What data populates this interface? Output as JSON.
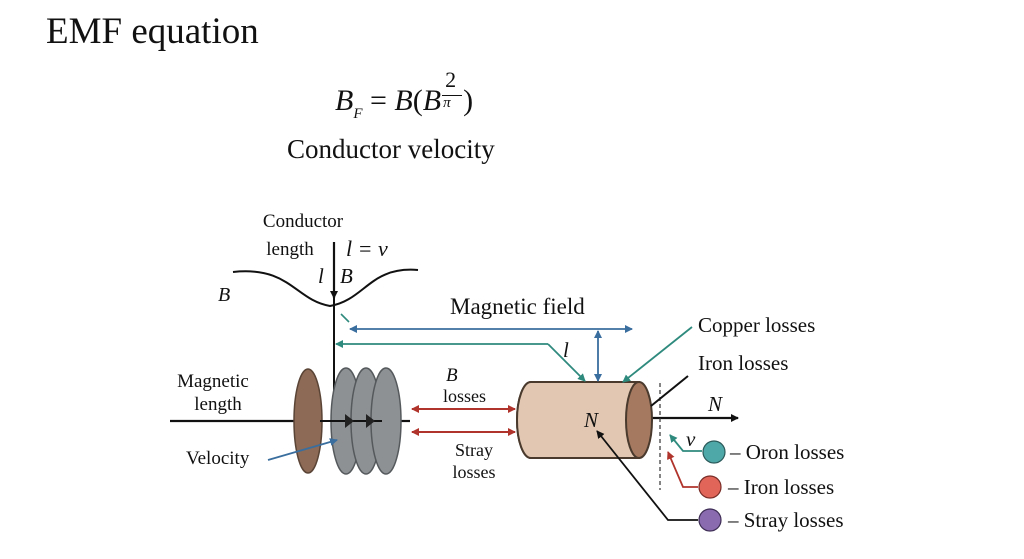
{
  "title": "EMF equation",
  "equation": {
    "lhs_symbol": "B",
    "lhs_subscript": "F",
    "equals": "=",
    "rhs_symbol": "B",
    "rhs_paren_open": "(",
    "rhs_inner_symbol": "B",
    "fraction_numerator": "2",
    "fraction_denominator": "π",
    "rhs_paren_close": ")"
  },
  "subtitle": "Conductor velocity",
  "diagram": {
    "labels": {
      "conductor_length_1": "Conductor",
      "conductor_length_2": "length",
      "l_eq_v": "l = v",
      "l_near_axis": "l",
      "B_near_axis": "B",
      "B_left": "B",
      "magnetic_field": "Magnetic field",
      "l_mid": "l",
      "copper_losses": "Copper losses",
      "iron_losses_top": "Iron losses",
      "magnetic_length_1": "Magnetic",
      "magnetic_length_2": "length",
      "B_losses_1": "B",
      "B_losses_2": "losses",
      "stray_losses_1": "Stray",
      "stray_losses_2": "losses",
      "velocity": "Velocity",
      "N_cylinder": "N",
      "N_axis": "N",
      "v_axis": "v"
    },
    "legend": [
      {
        "label": "– Oron losses",
        "color": "#4fa8a8"
      },
      {
        "label": "– Iron losses",
        "color": "#e2655a"
      },
      {
        "label": "– Stray losses",
        "color": "#8a6bb0"
      }
    ],
    "colors": {
      "arrow_blue": "#3a6e9e",
      "arrow_teal": "#2f8a7e",
      "arrow_red": "#b0342c",
      "disk_brown": "#8c6a55",
      "disk_gray": "#8d9194",
      "cylinder_body": "#e2c8b2",
      "cylinder_end": "#a4795f"
    }
  }
}
